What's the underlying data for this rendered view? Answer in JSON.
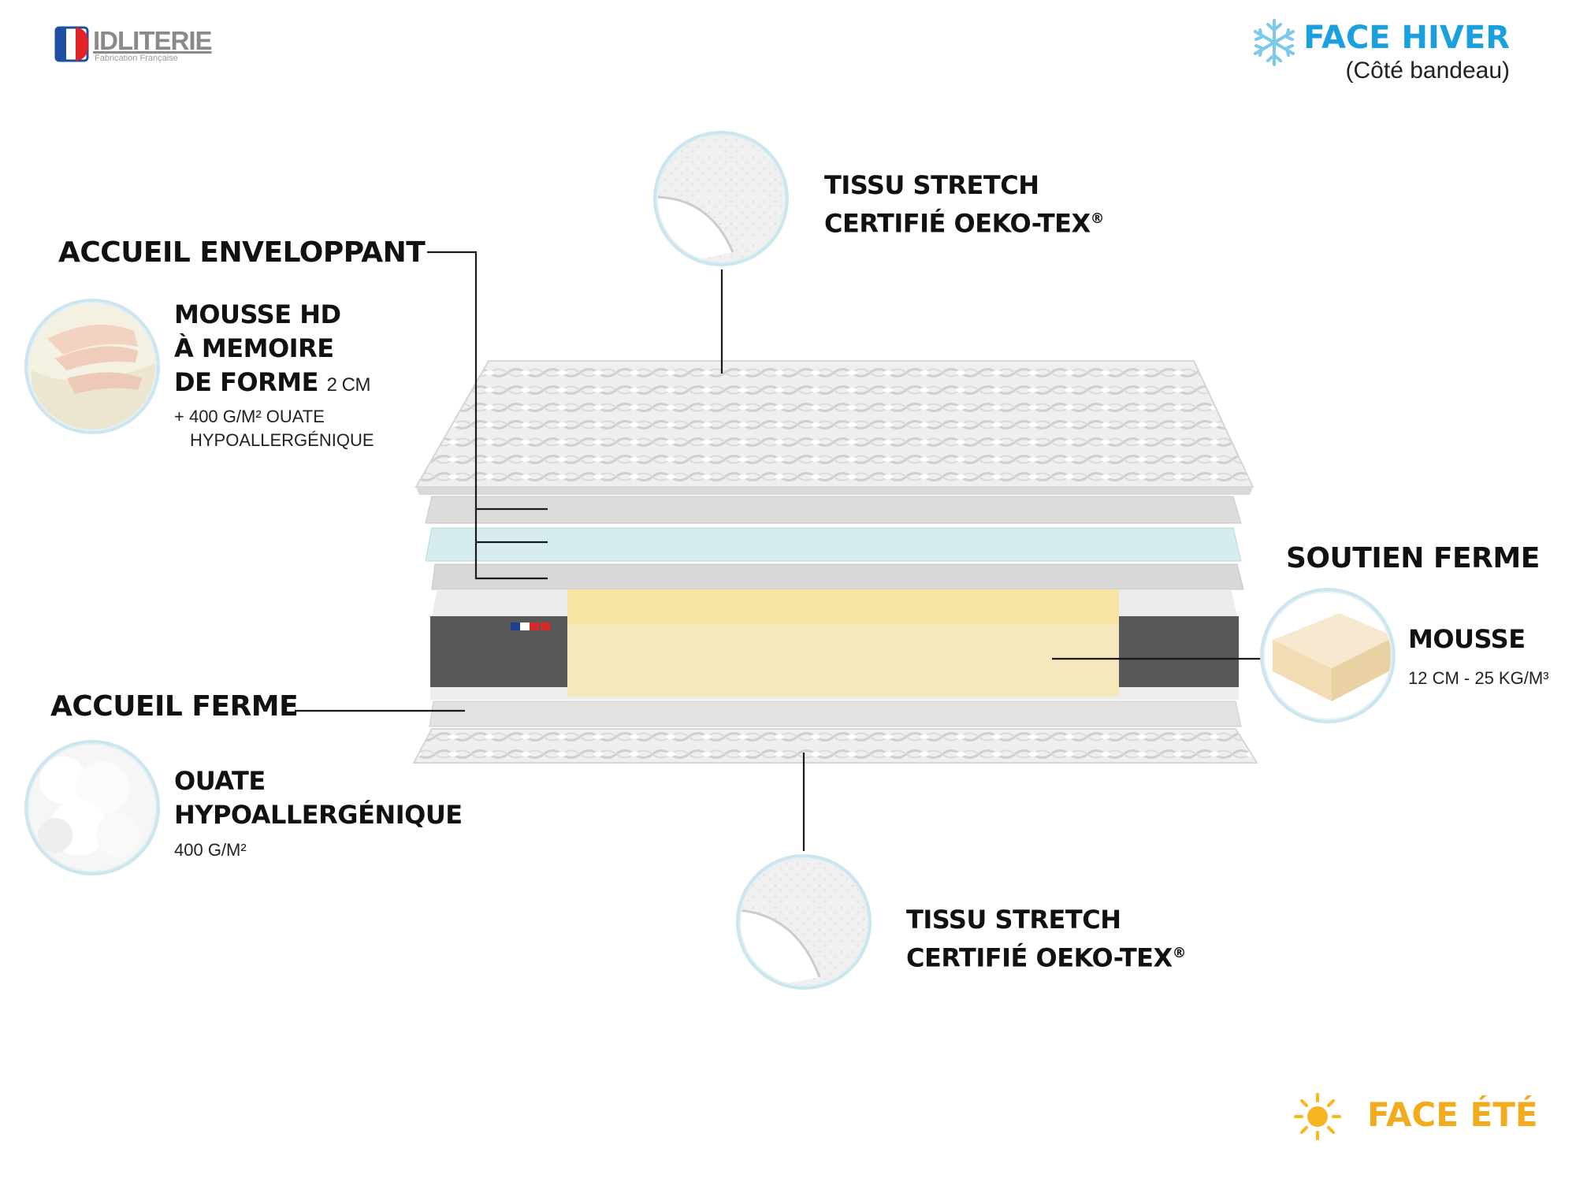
{
  "brand": {
    "name": "IDLITERIE",
    "tagline": "Fabrication Française"
  },
  "top_face": {
    "title": "FACE HIVER",
    "subtitle": "(Côté bandeau)",
    "icon": "snowflake-icon",
    "color": "#1aa0df"
  },
  "bottom_face": {
    "title": "FACE ÉTÉ",
    "icon": "sun-icon",
    "color": "#f2ab1c"
  },
  "callouts": {
    "top_fabric": {
      "line1": "TISSU STRETCH",
      "line2": "CERTIFIÉ OEKO-TEX",
      "mark": "®"
    },
    "comfort_top": {
      "heading": "ACCUEIL ENVELOPPANT",
      "line1": "MOUSSE HD",
      "line2": "À MEMOIRE",
      "line3": "DE FORME",
      "line3_suffix": "2 CM",
      "detail1": "+ 400 G/M² OUATE",
      "detail2": "HYPOALLERGÉNIQUE"
    },
    "support": {
      "heading": "SOUTIEN FERME",
      "line1": "MOUSSE",
      "detail": "12 CM - 25 KG/M³"
    },
    "comfort_bottom": {
      "heading": "ACCUEIL FERME",
      "line1": "OUATE",
      "line2": "HYPOALLERGÉNIQUE",
      "detail": "400 G/M²"
    },
    "bottom_fabric": {
      "line1": "TISSU STRETCH",
      "line2": "CERTIFIÉ OEKO-TEX",
      "mark": "®"
    }
  },
  "colors": {
    "foam_core": "#f6e8bd",
    "memory_foam_layer": "#d7ecef",
    "border_fabric": "#5a5a5c",
    "quilted_fabric": "#eeeeee"
  }
}
